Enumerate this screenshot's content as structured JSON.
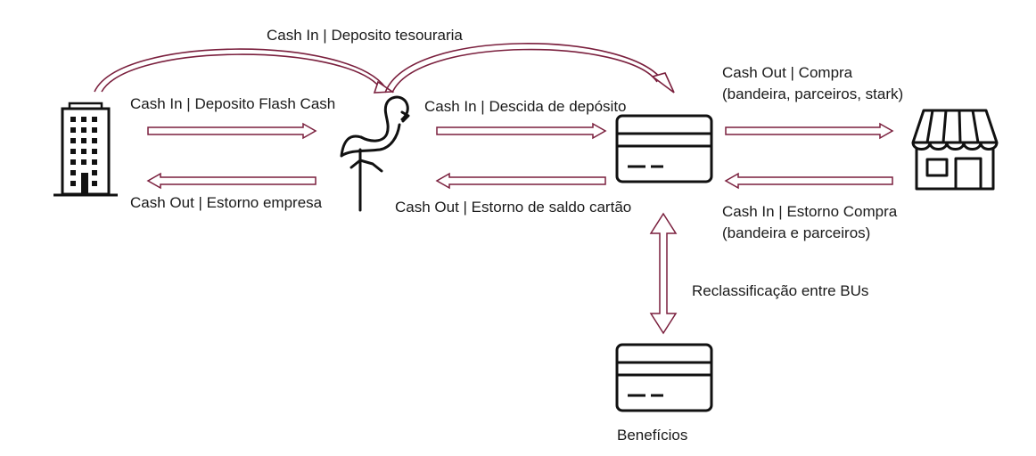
{
  "colors": {
    "arrow": "#7a1f3d",
    "icon": "#111111",
    "background": "#ffffff"
  },
  "icons": {
    "company": "office-building-icon",
    "hub": "flamingo-icon",
    "card": "credit-card-icon",
    "store": "storefront-icon",
    "benefits_card": "credit-card-icon"
  },
  "labels": {
    "deposito_tesouraria": "Cash In | Deposito tesouraria",
    "deposito_flash_cash": "Cash In | Deposito Flash Cash",
    "estorno_empresa": "Cash Out | Estorno empresa",
    "descida_deposito": "Cash In | Descida de depósito",
    "estorno_saldo_cartao": "Cash Out | Estorno de saldo cartão",
    "compra_line1": "Cash Out | Compra",
    "compra_line2": "(bandeira, parceiros, stark)",
    "estorno_compra_line1": "Cash In | Estorno Compra",
    "estorno_compra_line2": "(bandeira e parceiros)",
    "reclassificacao": "Reclassificação entre BUs",
    "beneficios": "Benefícios"
  }
}
